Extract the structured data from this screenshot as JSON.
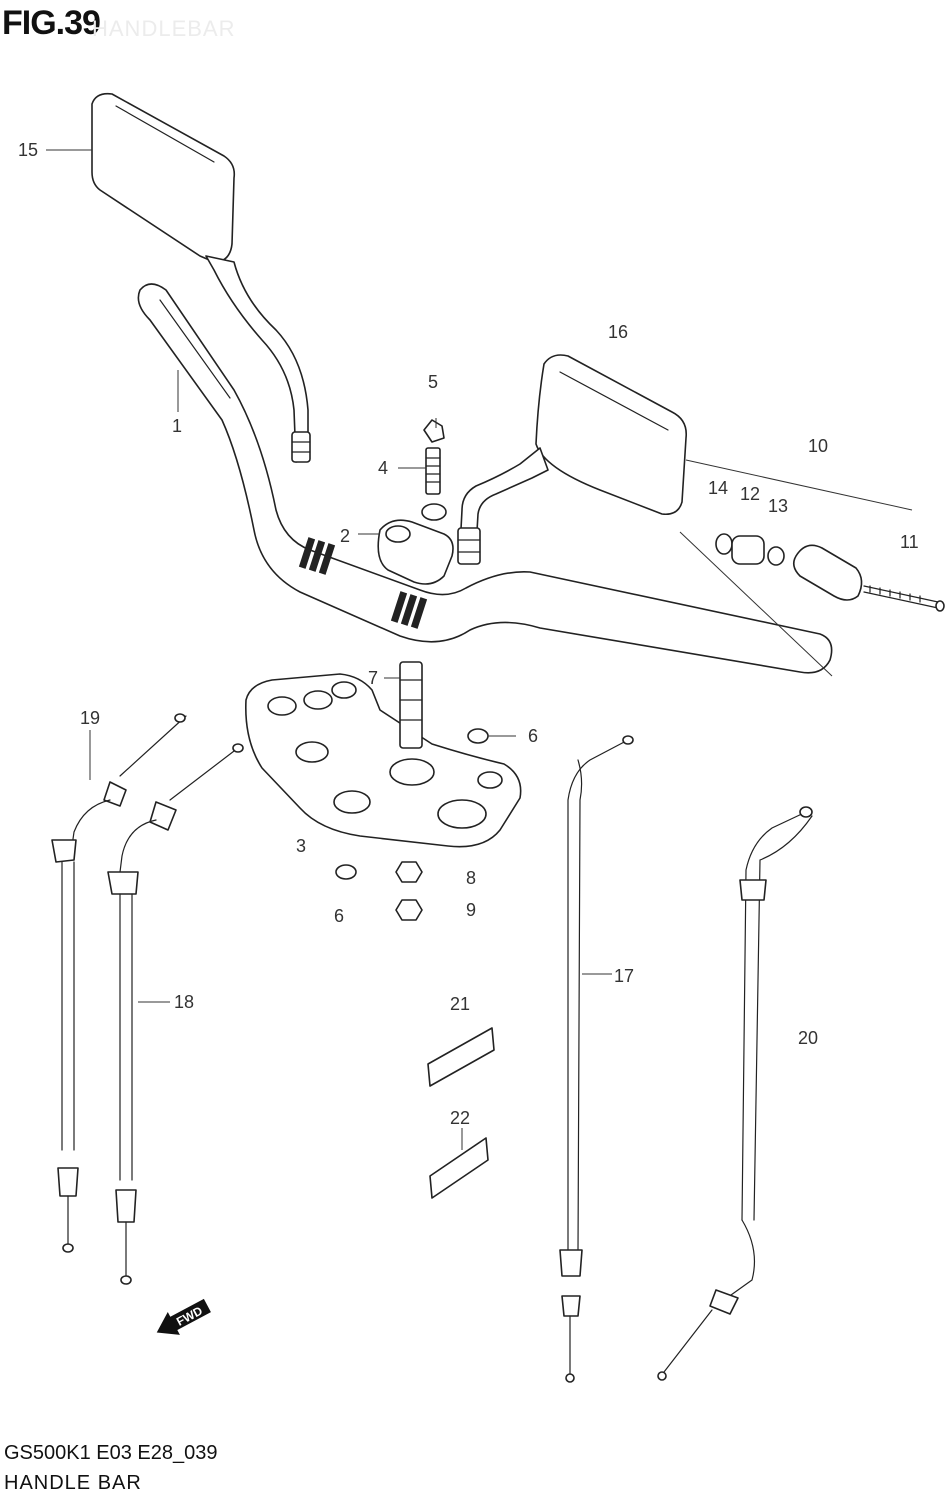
{
  "figure": {
    "title": "FIG.39",
    "ghost_title": "HANDLEBAR",
    "model_code": "GS500K1 E03 E28_039",
    "name": "HANDLE BAR"
  },
  "callouts": {
    "c1": "1",
    "c2": "2",
    "c3": "3",
    "c4": "4",
    "c5": "5",
    "c6a": "6",
    "c6b": "6",
    "c7": "7",
    "c8": "8",
    "c9": "9",
    "c10": "10",
    "c11": "11",
    "c12": "12",
    "c13": "13",
    "c14": "14",
    "c15": "15",
    "c16": "16",
    "c17": "17",
    "c18": "18",
    "c19": "19",
    "c20": "20",
    "c21": "21",
    "c22": "22"
  },
  "fwd_label": "FWD"
}
